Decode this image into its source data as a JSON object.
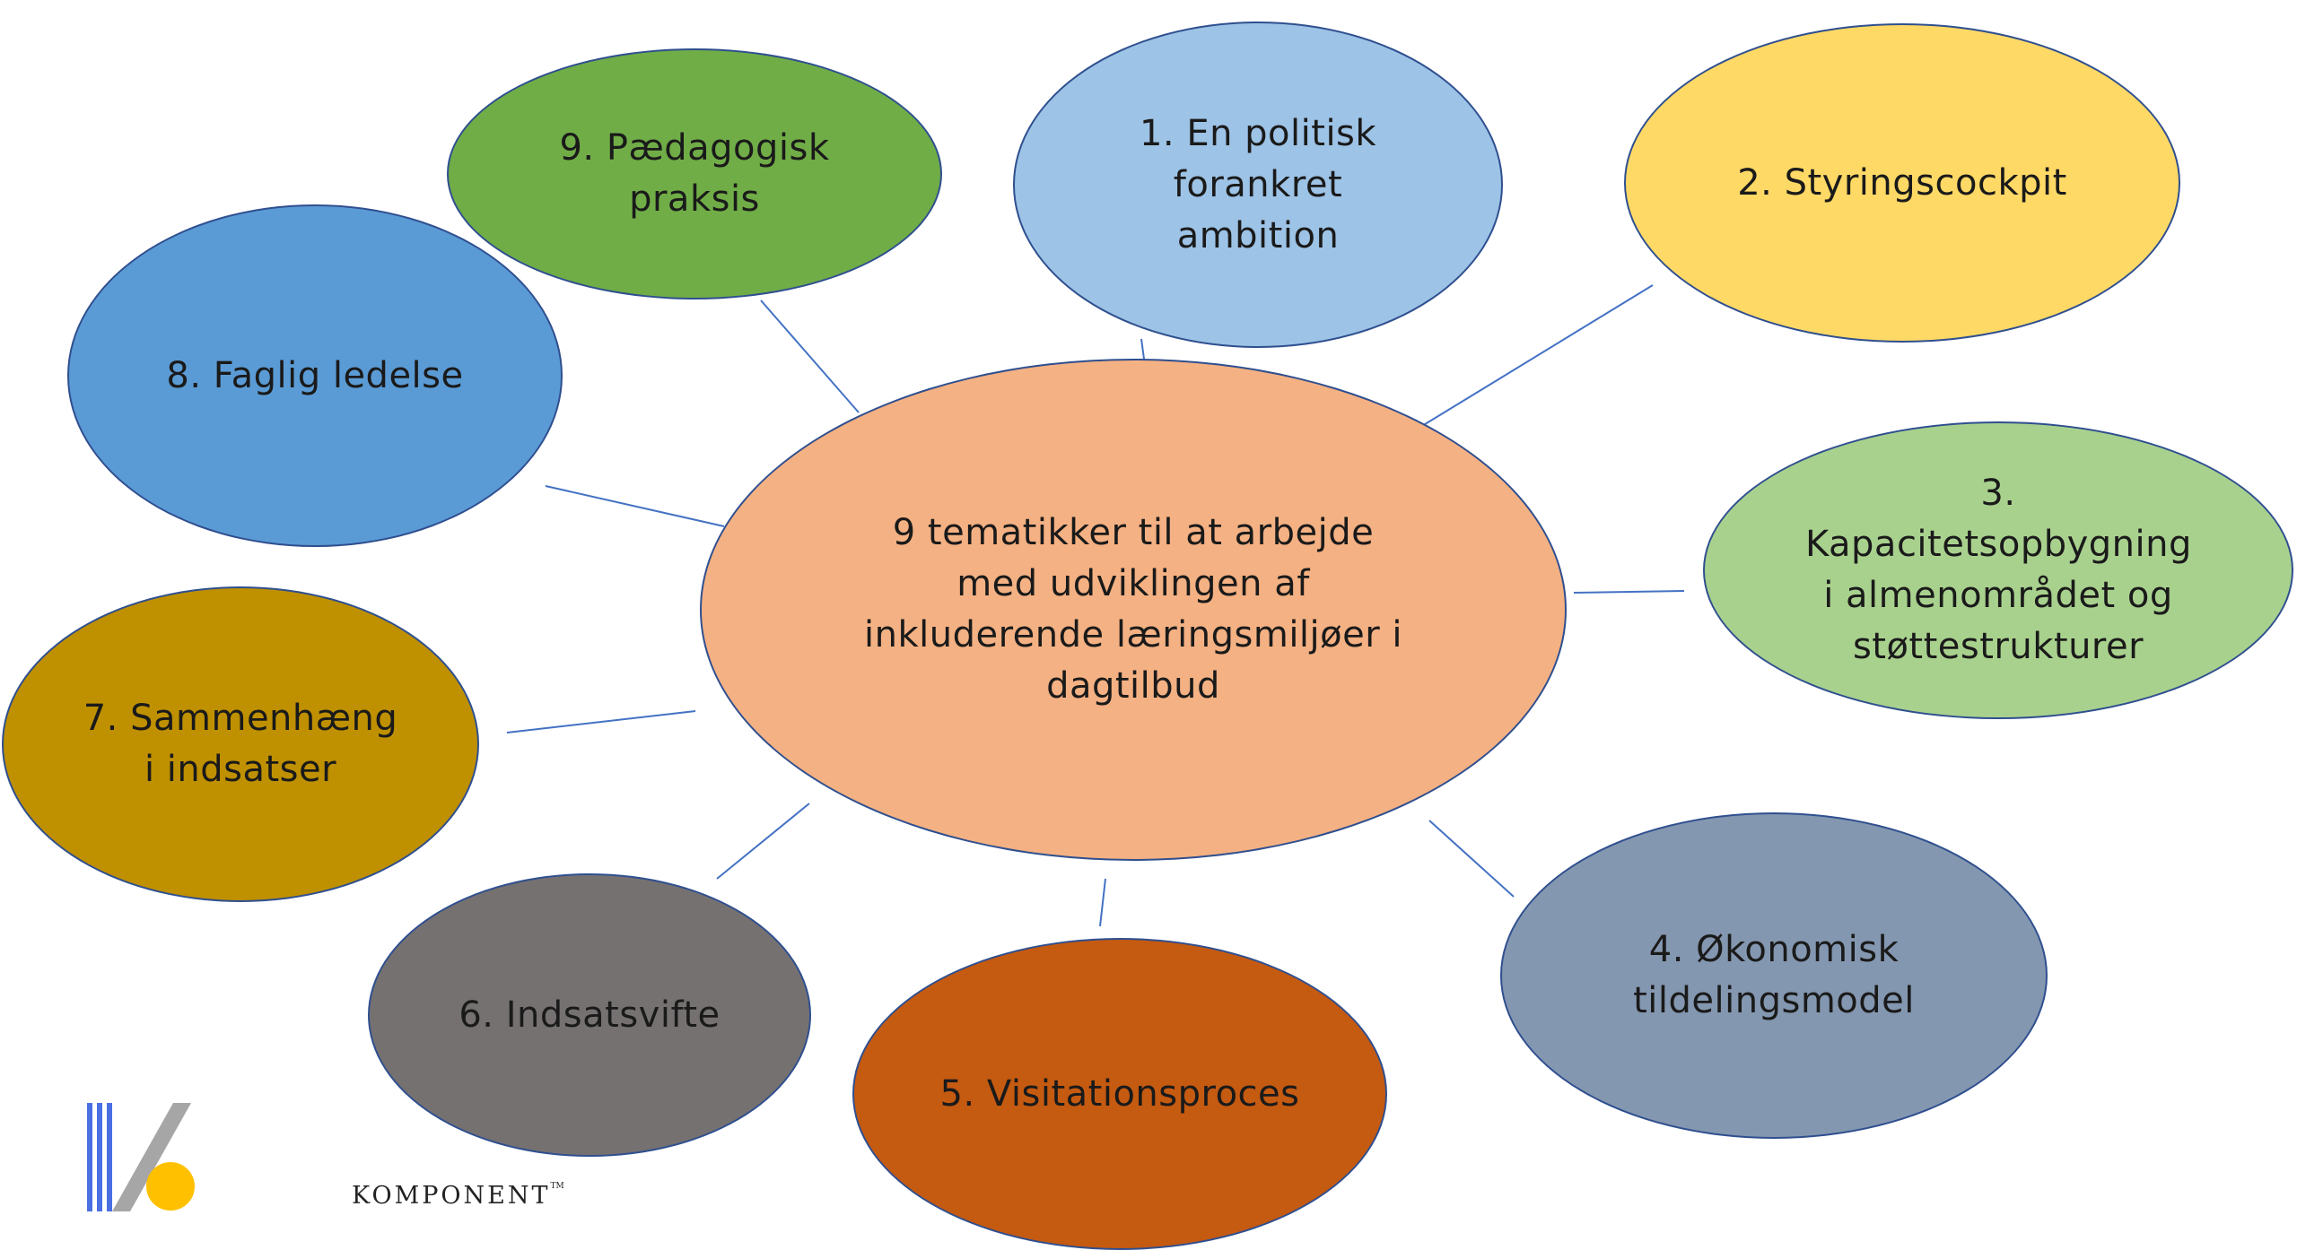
{
  "center": {
    "label": "9 tematikker til at arbejde med udviklingen af inkluderende læringsmiljøer i dagtilbud",
    "color": "#F4B183"
  },
  "nodes": [
    {
      "number": "1.",
      "label": "En politisk forankret ambition",
      "color": "#9DC3E6"
    },
    {
      "number": "2.",
      "label": "Styringscockpit",
      "color": "#FFD966"
    },
    {
      "number": "3.",
      "label": "Kapacitetsopbygning i almenområdet og støttestrukturer",
      "color": "#A9D18E"
    },
    {
      "number": "4.",
      "label": "Økonomisk tildelingsmodel",
      "color": "#8497B0"
    },
    {
      "number": "5.",
      "label": "Visitationsproces",
      "color": "#C55A11"
    },
    {
      "number": "6.",
      "label": "Indsatsvifte",
      "color": "#767171"
    },
    {
      "number": "7.",
      "label": "Sammenhæng i indsatser",
      "color": "#BF9000"
    },
    {
      "number": "8.",
      "label": "Faglig ledelse",
      "color": "#5B9BD5"
    },
    {
      "number": "9.",
      "label": "Pædagogisk praksis",
      "color": "#70AD47"
    }
  ],
  "connector_color": "#4472C4",
  "outline_color": "#2F4F8F",
  "brand": {
    "name": "KOMPONENT",
    "trademark": "TM",
    "logo_primary": "#4A6FE3",
    "logo_secondary": "#A6A6A6",
    "logo_accent": "#FFC000"
  }
}
